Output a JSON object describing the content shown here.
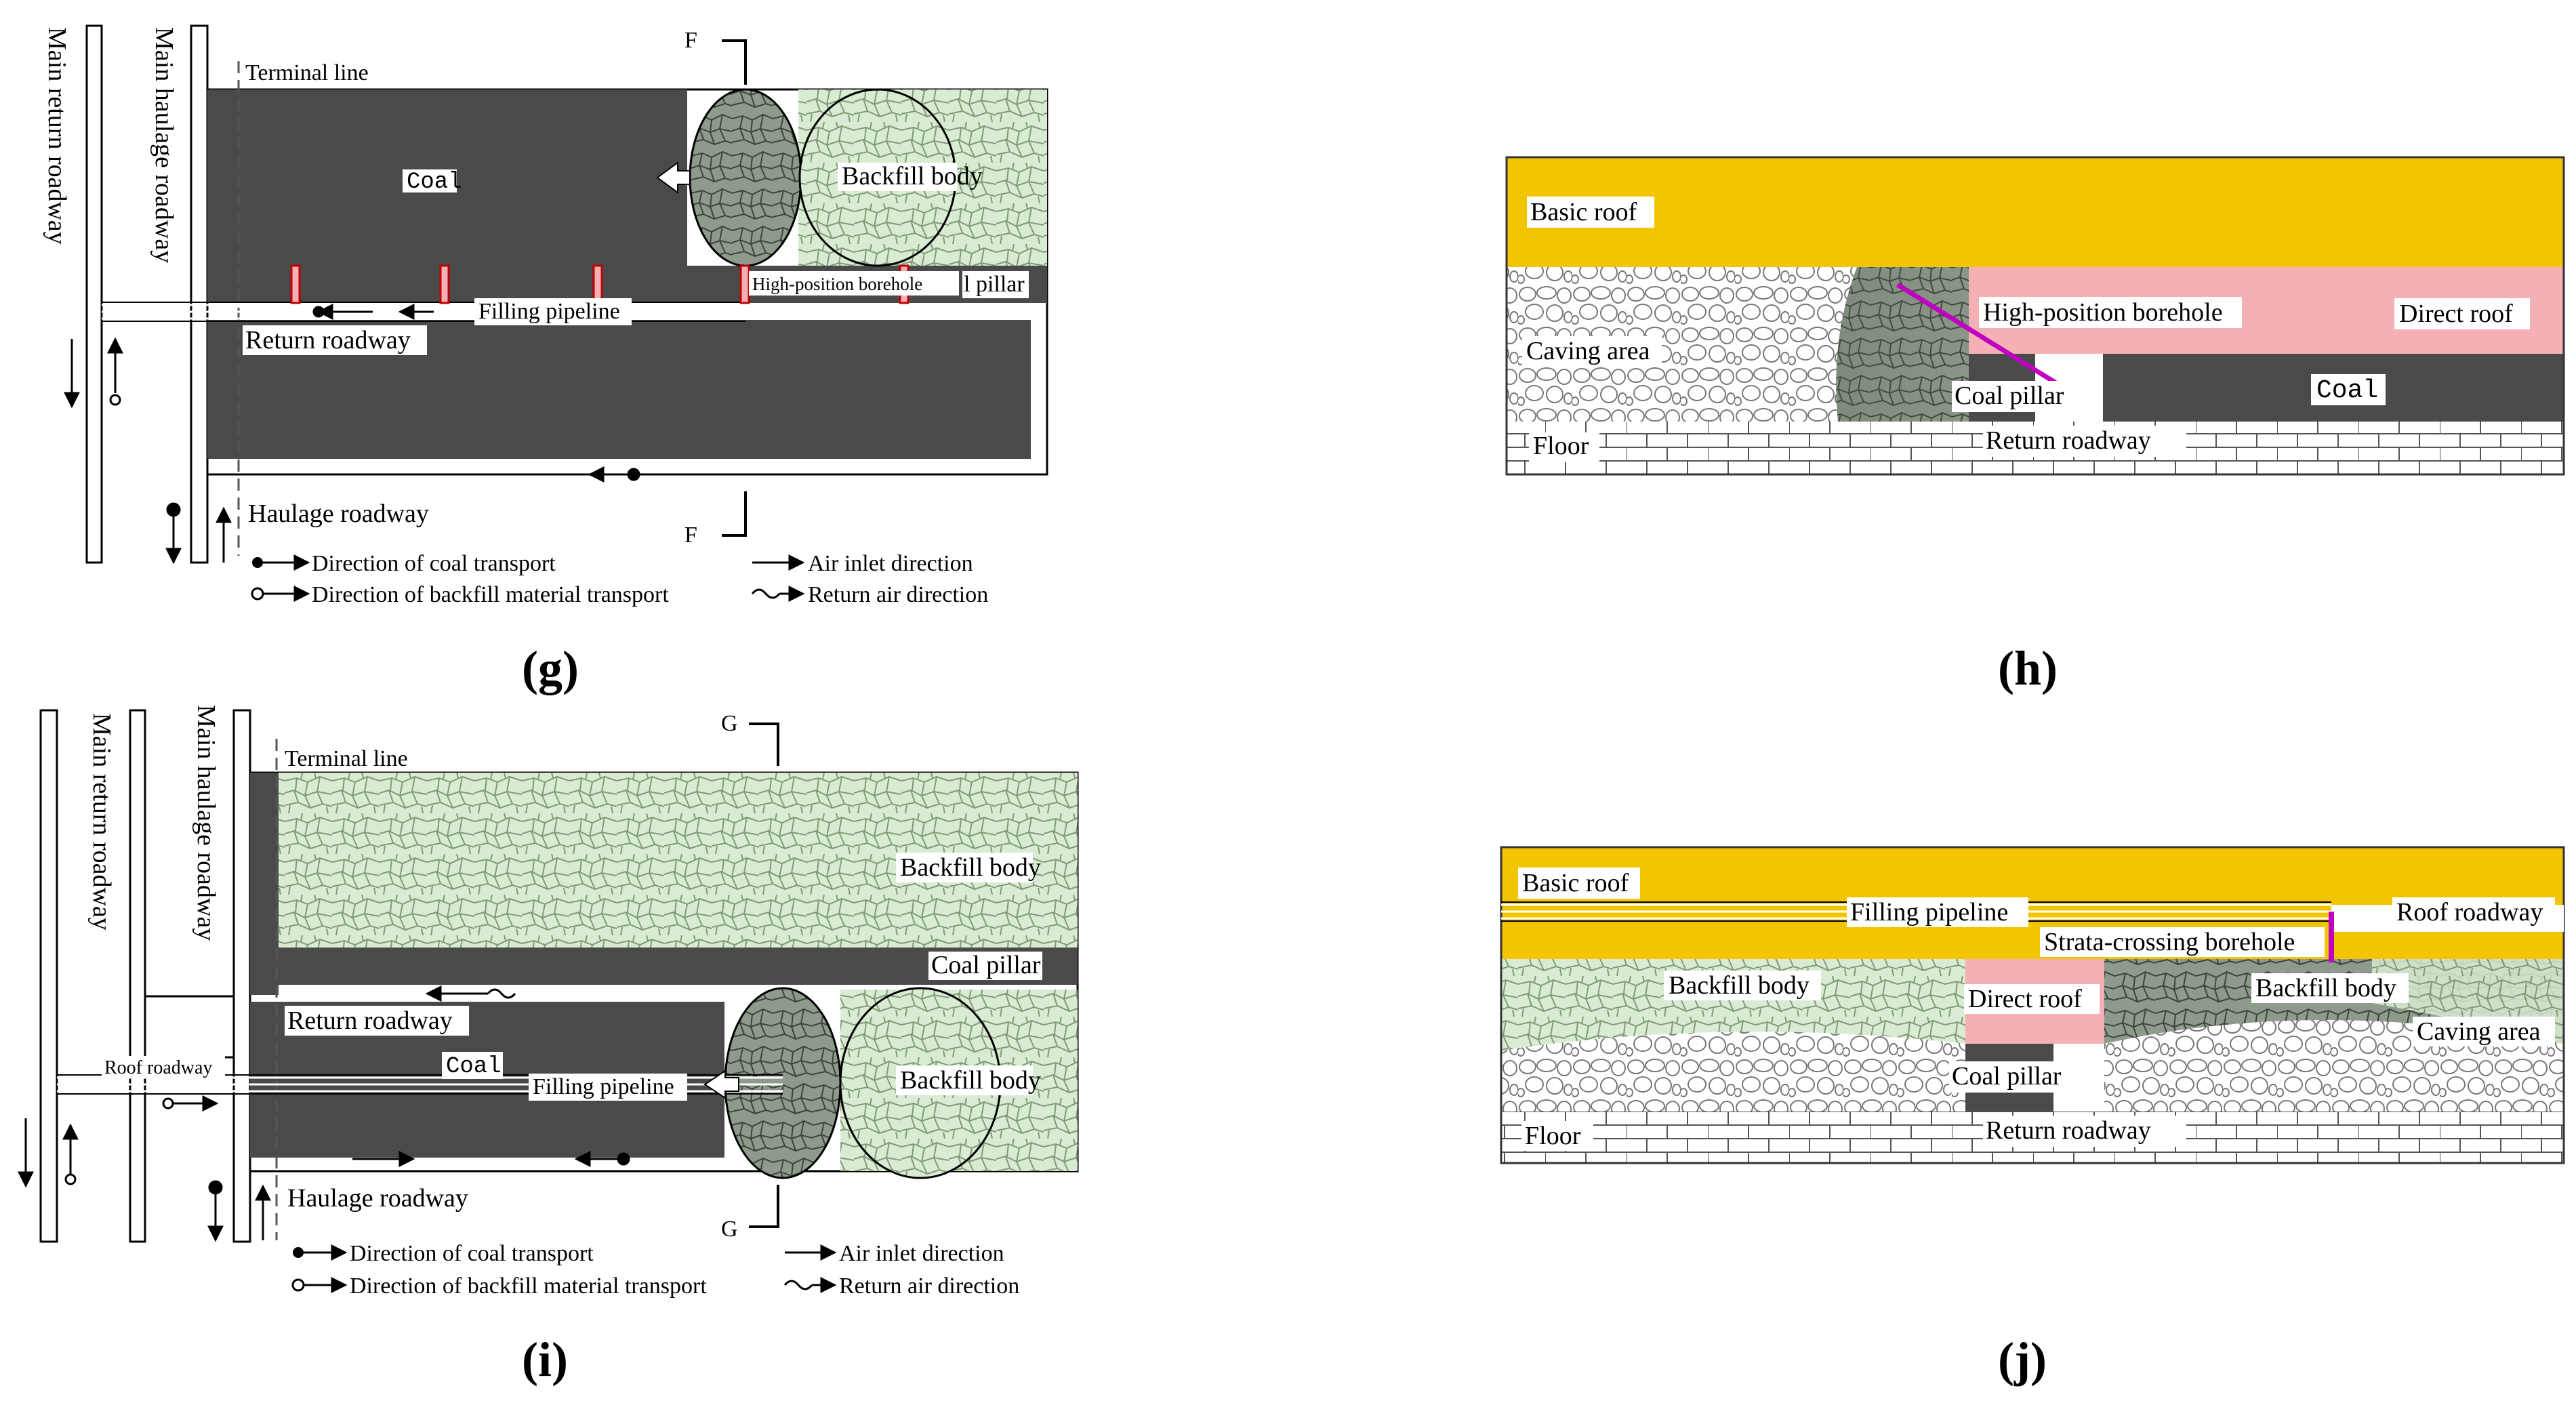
{
  "colors": {
    "coal": "#4a4a4a",
    "backfill": "#d9ecd3",
    "backfill_stroke": "#8aa27f",
    "basic_roof": "#f2c500",
    "direct_roof": "#f4b0b5",
    "borehole": "#c000c0",
    "rubble_dark": "#7f8a7c"
  },
  "panel_g": {
    "caption": "(g)",
    "main_return_roadway": "Main return roadway",
    "main_haulage_roadway": "Main haulage roadway",
    "terminal_line": "Terminal line",
    "coal": "Coal",
    "backfill_body": "Backfill body",
    "high_position_borehole": "High-position borehole",
    "coal_pillar_partial": "l pillar",
    "filling_pipeline": "Filling pipeline",
    "return_roadway": "Return roadway",
    "haulage_roadway": "Haulage roadway",
    "section_mark": "F"
  },
  "panel_h": {
    "caption": "(h)",
    "basic_roof": "Basic roof",
    "direct_roof": "Direct roof",
    "high_position_borehole": "High-position borehole",
    "caving_area": "Caving area",
    "coal_pillar": "Coal pillar",
    "coal": "Coal",
    "floor": "Floor",
    "return_roadway": "Return roadway"
  },
  "panel_i": {
    "caption": "(i)",
    "main_return_roadway": "Main return roadway",
    "main_haulage_roadway": "Main haulage roadway",
    "terminal_line": "Terminal line",
    "backfill_body": "Backfill body",
    "coal_pillar": "Coal pillar",
    "return_roadway": "Return roadway",
    "coal": "Coal",
    "roof_roadway": "Roof roadway",
    "filling_pipeline": "Filling pipeline",
    "haulage_roadway": "Haulage roadway",
    "section_mark": "G"
  },
  "panel_j": {
    "caption": "(j)",
    "basic_roof": "Basic roof",
    "filling_pipeline": "Filling pipeline",
    "roof_roadway": "Roof roadway",
    "strata_crossing_borehole": "Strata-crossing borehole",
    "backfill_body": "Backfill body",
    "direct_roof": "Direct roof",
    "caving_area": "Caving area",
    "coal_pillar": "Coal pillar",
    "floor": "Floor",
    "return_roadway": "Return roadway"
  },
  "legend": {
    "coal_transport": "Direction of coal transport",
    "backfill_transport": "Direction of backfill material transport",
    "air_inlet": "Air inlet direction",
    "return_air": "Return air direction"
  }
}
